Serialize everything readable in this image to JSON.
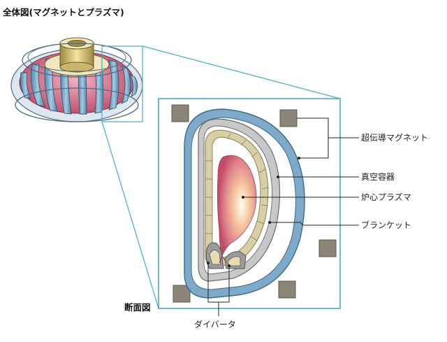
{
  "titles": {
    "overview": "全体図(マグネットとプラズマ)",
    "cross_section": "断面図"
  },
  "labels": {
    "magnet": "超伝導マグネット",
    "vacuum_vessel": "真空容器",
    "plasma": "炉心プラズマ",
    "blanket": "ブランケット",
    "divertor": "ダイバータ"
  },
  "colors": {
    "frame": "#4aaac4",
    "magnet": "#6e9ec0",
    "vessel": "#bdbdbd",
    "blanket": "#d8cfa8",
    "plasma_core": "#ffffe0",
    "plasma_edge": "#c5506a",
    "coil_square": "#8a8577",
    "torus_pink": "#d7758f",
    "torus_gold": "#c8b061"
  }
}
